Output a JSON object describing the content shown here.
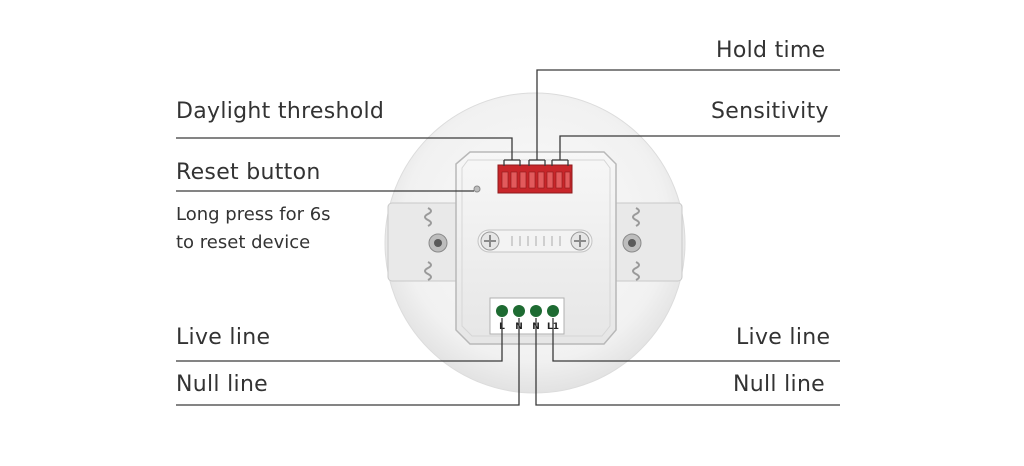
{
  "labels": {
    "hold_time": "Hold time",
    "daylight_threshold": "Daylight threshold",
    "sensitivity": "Sensitivity",
    "reset_button": "Reset button",
    "reset_note_line1": "Long press for 6s",
    "reset_note_line2": "to reset device",
    "live_line_left": "Live line",
    "null_line_left": "Null line",
    "live_line_right": "Live line",
    "null_line_right": "Null line"
  },
  "terminals": [
    "L",
    "N",
    "N",
    "L1"
  ],
  "colors": {
    "line": "#3a3a3a",
    "text": "#333333",
    "dip_switch": "#c8262a",
    "terminal_dot": "#1e6b32",
    "device_body": "#ececec"
  }
}
